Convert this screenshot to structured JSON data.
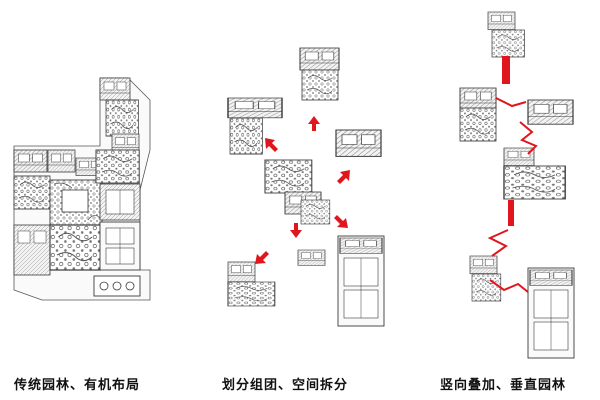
{
  "captions": {
    "panel1": "传统园林、有机布局",
    "panel2": "划分组团、空间拆分",
    "panel3": "竖向叠加、垂直园林"
  },
  "colors": {
    "accent": "#e0161e",
    "line": "#3a3a3a",
    "fill_light": "#ececec",
    "fill_dark": "#8a8a8a"
  }
}
